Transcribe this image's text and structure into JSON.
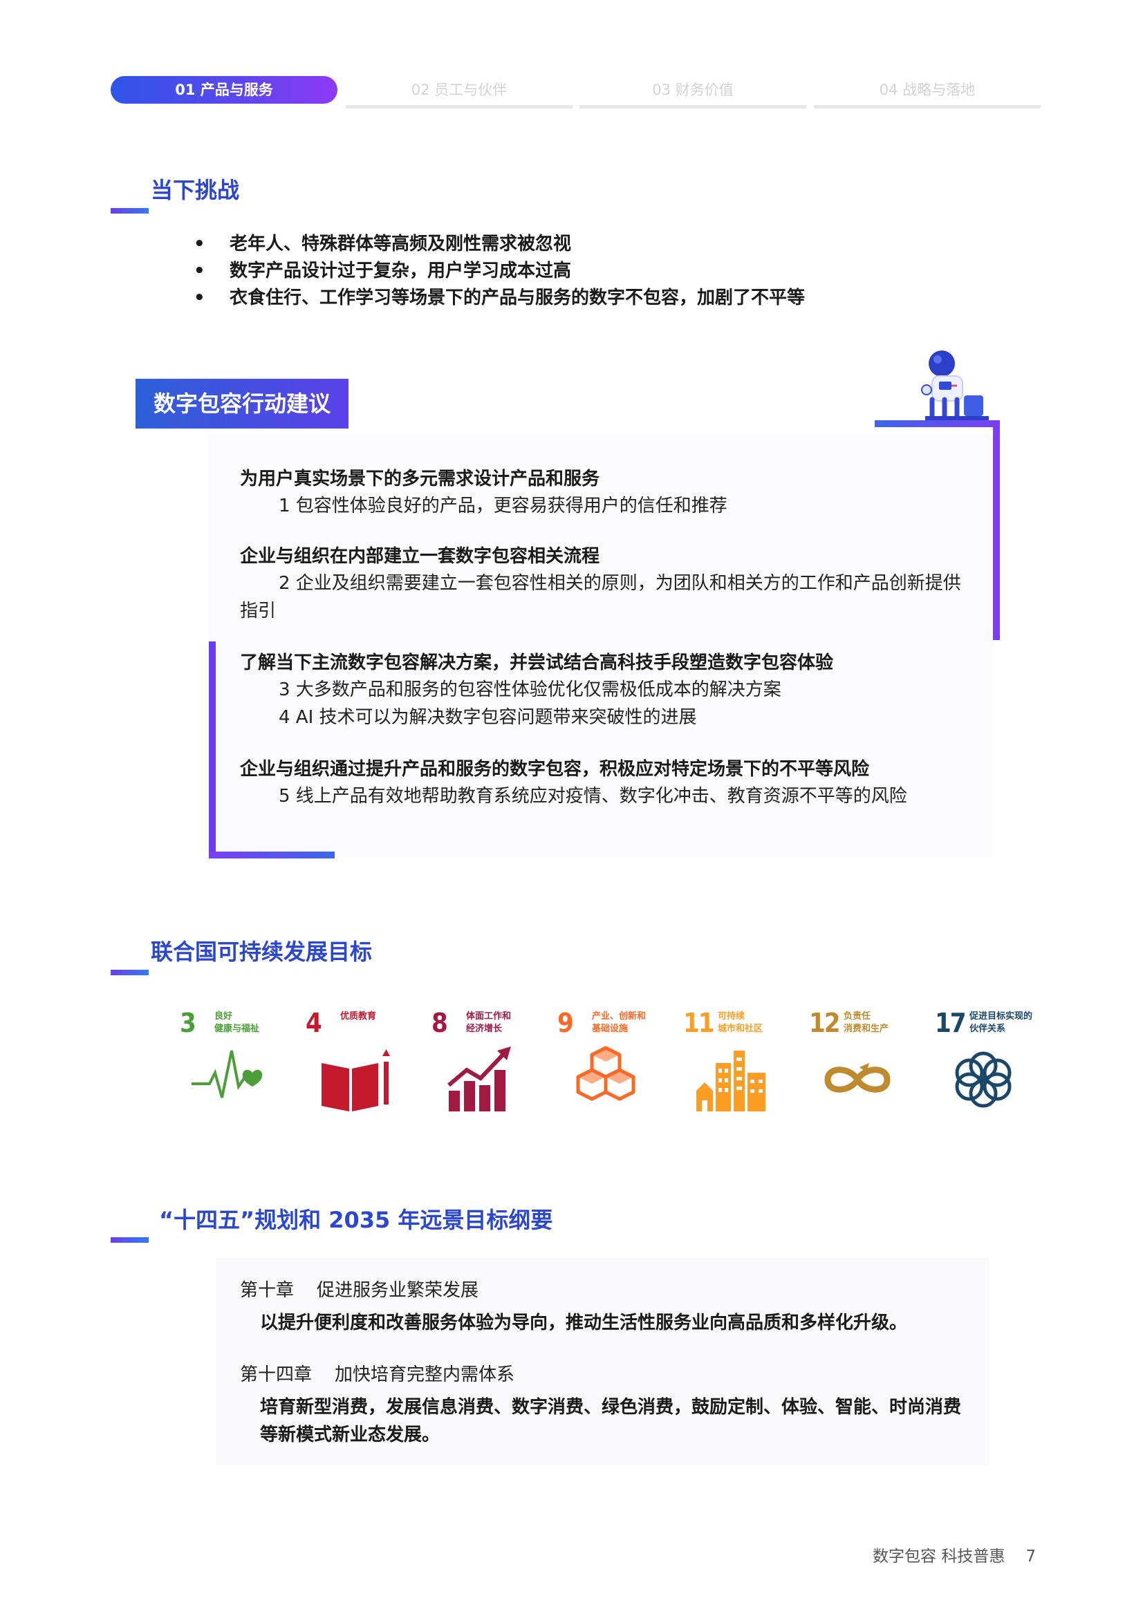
{
  "tabs": [
    {
      "label": "01 产品与服务"
    },
    {
      "label": "02 员工与伙伴"
    },
    {
      "label": "03 财务价值"
    },
    {
      "label": "04 战略与落地"
    }
  ],
  "challenges": {
    "title": "当下挑战",
    "items": [
      "老年人、特殊群体等高频及刚性需求被忽视",
      "数字产品设计过于复杂，用户学习成本过高",
      "衣食住行、工作学习等场景下的产品与服务的数字不包容，加剧了不平等"
    ]
  },
  "actions": {
    "title": "数字包容行动建议",
    "groups": [
      {
        "heading": "为用户真实场景下的多元需求设计产品和服务",
        "points": [
          "1 包容性体验良好的产品，更容易获得用户的信任和推荐"
        ]
      },
      {
        "heading": "企业与组织在内部建立一套数字包容相关流程",
        "points": [
          "2 企业及组织需要建立一套包容性相关的原则，为团队和相关方的工作和产品创新提供指引"
        ]
      },
      {
        "heading": "了解当下主流数字包容解决方案，并尝试结合高科技手段塑造数字包容体验",
        "points": [
          "3 大多数产品和服务的包容性体验优化仅需极低成本的解决方案",
          "4 AI 技术可以为解决数字包容问题带来突破性的进展"
        ]
      },
      {
        "heading": "企业与组织通过提升产品和服务的数字包容，积极应对特定场景下的不平等风险",
        "points": [
          "5 线上产品有效地帮助教育系统应对疫情、数字化冲击、教育资源不平等的风险"
        ]
      }
    ]
  },
  "sdg": {
    "title": "联合国可持续发展目标",
    "goals": [
      {
        "num": "3",
        "label": "良好\n健康与福祉",
        "color": "#4c9f38",
        "icon": "heartbeat-icon"
      },
      {
        "num": "4",
        "label": "优质教育",
        "color": "#c5192d",
        "icon": "book-icon"
      },
      {
        "num": "8",
        "label": "体面工作和\n经济增长",
        "color": "#a21942",
        "icon": "growth-chart-icon"
      },
      {
        "num": "9",
        "label": "产业、创新和\n基础设施",
        "color": "#fd6925",
        "icon": "cubes-icon"
      },
      {
        "num": "11",
        "label": "可持续\n城市和社区",
        "color": "#fd9d24",
        "icon": "city-icon"
      },
      {
        "num": "12",
        "label": "负责任\n消费和生产",
        "color": "#bf8b2e",
        "icon": "infinity-icon"
      },
      {
        "num": "17",
        "label": "促进目标实现的\n伙伴关系",
        "color": "#19486a",
        "icon": "partnership-flower-icon"
      }
    ]
  },
  "plan": {
    "title": "“十四五”规划和 2035 年远景目标纲要",
    "chapters": [
      {
        "chapter": "第十章    促进服务业繁荣发展",
        "text": "以提升便利度和改善服务体验为导向，推动生活性服务业向高品质和多样化升级。"
      },
      {
        "chapter": "第十四章    加快培育完整内需体系",
        "text": "培育新型消费，发展信息消费、数字消费、绿色消费，鼓励定制、体验、智能、时尚消费等新模式新业态发展。"
      }
    ]
  },
  "footer": {
    "text": "数字包容 科技普惠",
    "page": "7"
  }
}
